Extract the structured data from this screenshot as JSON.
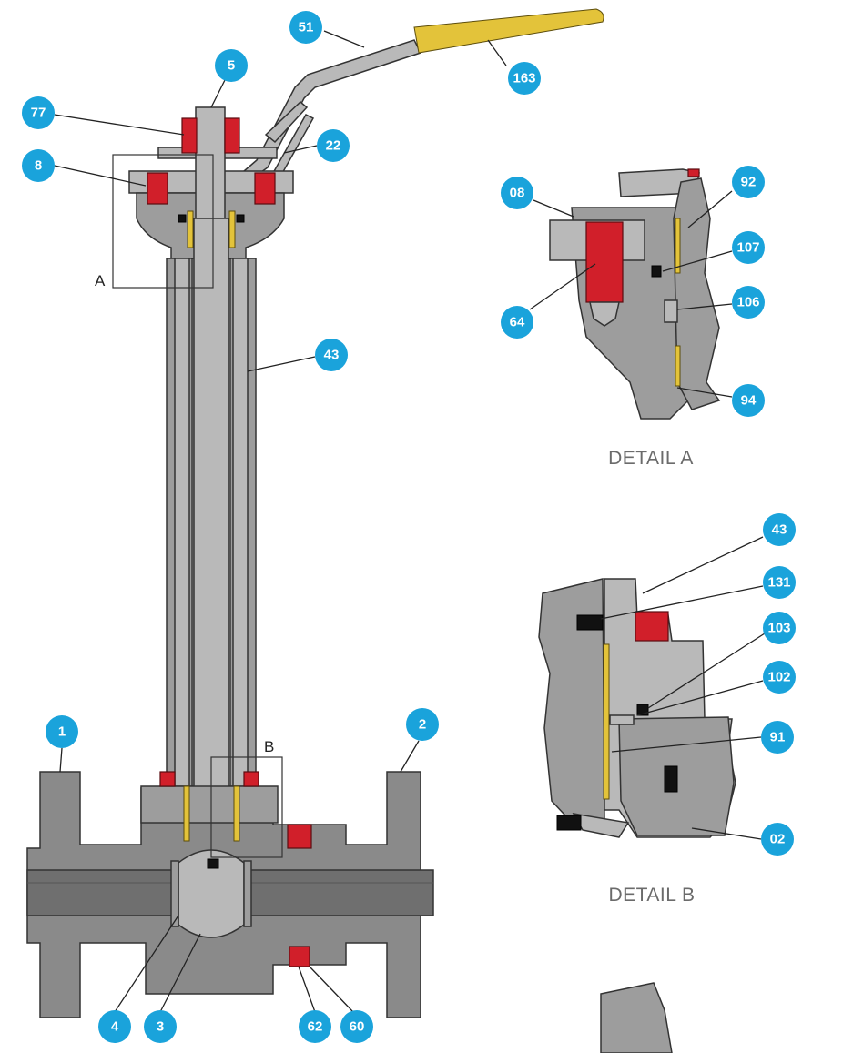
{
  "colors": {
    "callout": "#1aa3db",
    "bolt_red": "#d11f2a",
    "gland_yellow": "#e3c33a",
    "body_grey": "#8a8a8a"
  },
  "main_view": {
    "frame_labels": {
      "a": "A",
      "b": "B"
    },
    "callouts": [
      {
        "id": "c-51",
        "label": "51"
      },
      {
        "id": "c-163",
        "label": "163"
      },
      {
        "id": "c-5",
        "label": "5"
      },
      {
        "id": "c-77",
        "label": "77"
      },
      {
        "id": "c-22",
        "label": "22"
      },
      {
        "id": "c-8",
        "label": "8"
      },
      {
        "id": "c-43",
        "label": "43"
      },
      {
        "id": "c-1",
        "label": "1"
      },
      {
        "id": "c-2",
        "label": "2"
      },
      {
        "id": "c-4",
        "label": "4"
      },
      {
        "id": "c-3",
        "label": "3"
      },
      {
        "id": "c-62",
        "label": "62"
      },
      {
        "id": "c-60",
        "label": "60"
      }
    ]
  },
  "detail_a": {
    "title": "DETAIL A",
    "callouts": [
      {
        "id": "a-08",
        "label": "08"
      },
      {
        "id": "a-92",
        "label": "92"
      },
      {
        "id": "a-107",
        "label": "107"
      },
      {
        "id": "a-106",
        "label": "106"
      },
      {
        "id": "a-64",
        "label": "64"
      },
      {
        "id": "a-94",
        "label": "94"
      }
    ]
  },
  "detail_b": {
    "title": "DETAIL B",
    "callouts": [
      {
        "id": "b-43",
        "label": "43"
      },
      {
        "id": "b-131",
        "label": "131"
      },
      {
        "id": "b-103",
        "label": "103"
      },
      {
        "id": "b-102",
        "label": "102"
      },
      {
        "id": "b-91",
        "label": "91"
      },
      {
        "id": "b-02",
        "label": "02"
      }
    ]
  }
}
